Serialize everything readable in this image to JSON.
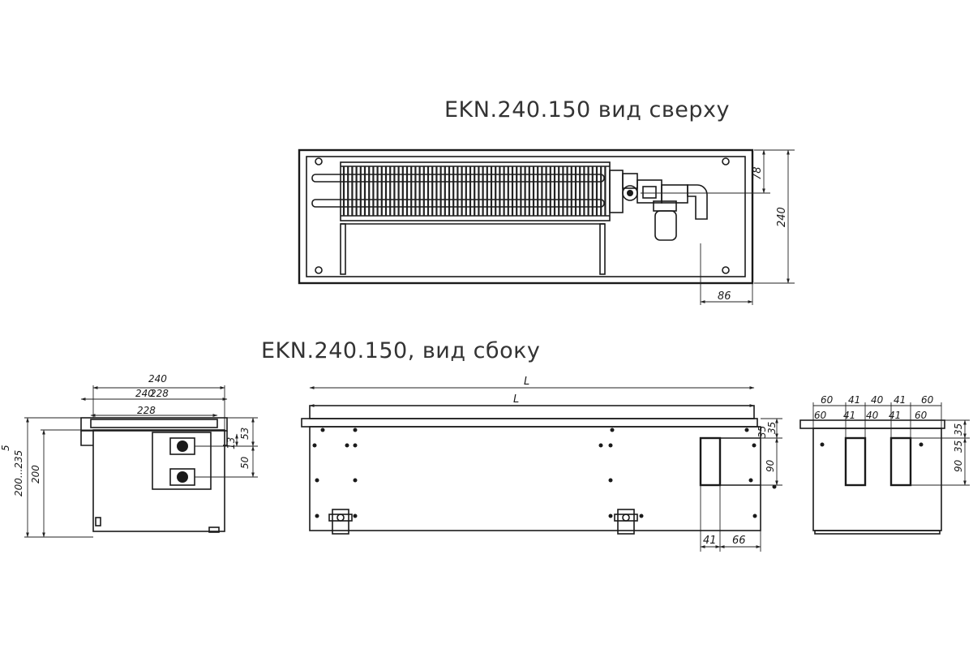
{
  "titles": {
    "top_view": "EKN.240.150   вид сверху",
    "side_view": "EKN.240.150, вид сбоку"
  },
  "top_view_dims": {
    "d78": "78",
    "d240": "240",
    "d86": "86"
  },
  "end_view_dims": {
    "w240": "240",
    "w228": "228",
    "w228b": "228",
    "w240b": "240",
    "h200_235": "200...235",
    "h200": "200",
    "h5": "5",
    "h53": "53",
    "h13": "13",
    "h50": "50"
  },
  "long_view_dims": {
    "L1": "L",
    "L2": "L",
    "h35": "35",
    "h35b": "35",
    "h90": "90",
    "w41": "41",
    "w66": "66"
  },
  "right_view_dims": {
    "t60a": "60",
    "t41a": "41",
    "t40": "40",
    "t41b": "41",
    "t60b": "60",
    "b60a": "60",
    "b41a": "41",
    "b40": "40",
    "b41b": "41",
    "b60b": "60",
    "h35a": "35",
    "h35b": "35",
    "h90": "90"
  }
}
